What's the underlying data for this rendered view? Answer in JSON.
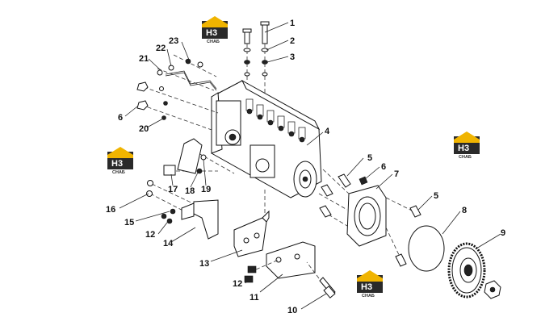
{
  "logo": {
    "mark": "H3",
    "text": "СНАБ",
    "color_yellow": "#f0b400",
    "color_dark": "#2a2a2a"
  },
  "callouts": [
    "1",
    "2",
    "3",
    "4",
    "5",
    "6",
    "7",
    "5",
    "8",
    "9",
    "10",
    "11",
    "12",
    "13",
    "14",
    "12",
    "15",
    "16",
    "17",
    "18",
    "19",
    "20",
    "6",
    "21",
    "22",
    "23"
  ]
}
